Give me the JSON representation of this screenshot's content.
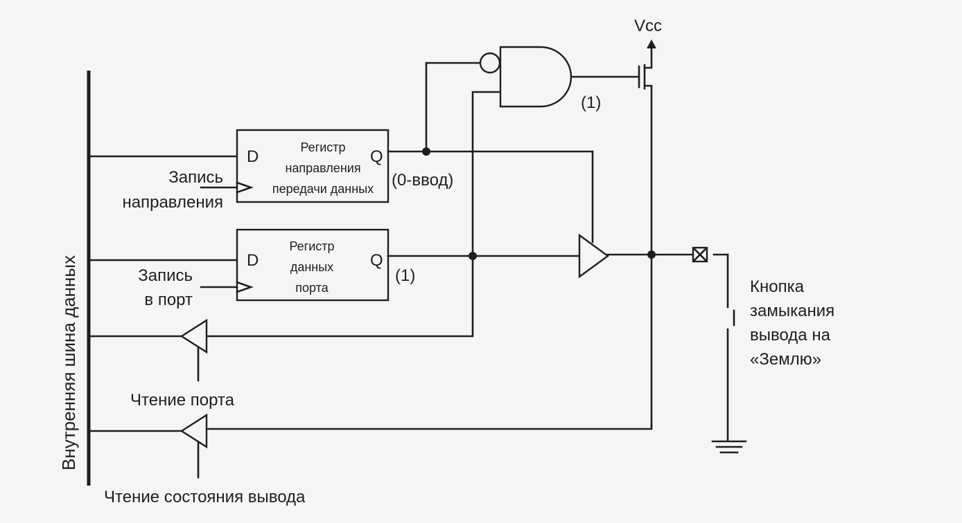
{
  "labels": {
    "vcc": "Vcc",
    "bus": "Внутренняя шина данных",
    "dir_write_1": "Запись",
    "dir_write_2": "направления",
    "port_write_1": "Запись",
    "port_write_2": "в порт",
    "dir_reg_1": "Регистр",
    "dir_reg_2": "направления",
    "dir_reg_3": "передачи данных",
    "data_reg_1": "Регистр",
    "data_reg_2": "данных",
    "data_reg_3": "порта",
    "d1": "D",
    "q1": "Q",
    "d2": "D",
    "q2": "Q",
    "input_mode": "(0-ввод)",
    "one_top": "(1)",
    "one_mid": "(1)",
    "read_port": "Чтение порта",
    "read_pin": "Чтение состояния вывода",
    "button_1": "Кнопка",
    "button_2": "замыкания",
    "button_3": "вывода на",
    "button_4": "«Землю»"
  }
}
